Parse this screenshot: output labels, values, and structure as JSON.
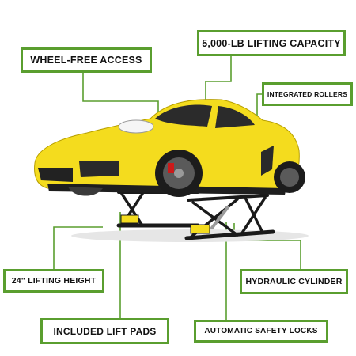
{
  "callouts": {
    "wheel_free_access": "WHEEL-FREE ACCESS",
    "lifting_capacity": "5,000-LB LIFTING CAPACITY",
    "integrated_rollers": "INTEGRATED ROLLERS",
    "lifting_height": "24\" LIFTING HEIGHT",
    "hydraulic_cylinder": "HYDRAULIC CYLINDER",
    "included_lift_pads": "INCLUDED LIFT PADS",
    "automatic_safety_locks": "AUTOMATIC SAFETY LOCKS"
  },
  "colors": {
    "callout_border": "#5a9e2f",
    "leader_line": "#5a9e2f",
    "car_body": "#f4dc1e",
    "lift_frame": "#1a1a1a"
  },
  "images": {
    "product": "yellow sports car raised on portable scissor lift"
  }
}
